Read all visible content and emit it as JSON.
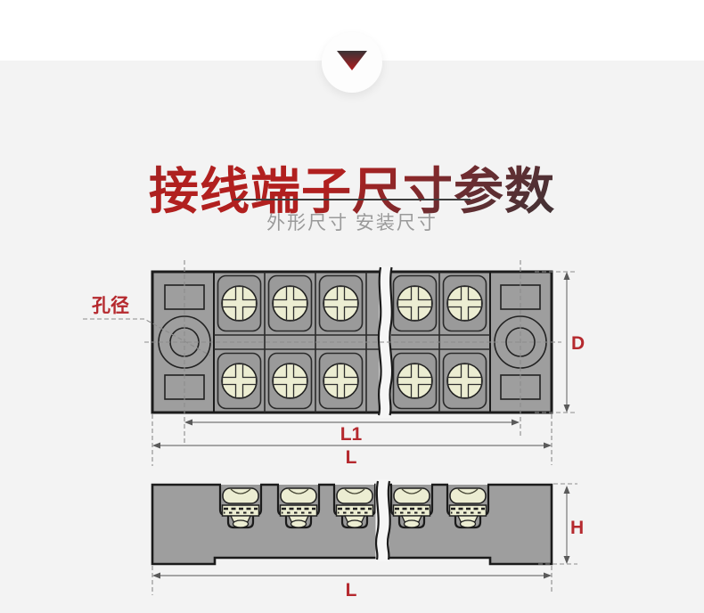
{
  "section_header": {
    "title": "接线端子尺寸参数",
    "subtitle": "外形尺寸 安装尺寸"
  },
  "icons": {
    "section_divider": "down-triangle"
  },
  "diagram": {
    "labels": {
      "hole_diameter": "孔径",
      "overall_width": "D",
      "hole_spacing_length": "L1",
      "overall_length_top": "L",
      "overall_height": "H",
      "overall_length_side": "L"
    },
    "colors": {
      "body_gray": "#9e9e9e",
      "outline_dark": "#1f1f1f",
      "screw_cream": "#ecedd2",
      "label_red": "#b5292e",
      "title_red": "#b1201f",
      "title_dark": "#3c3537",
      "page_background": "#f3f3f3"
    }
  }
}
